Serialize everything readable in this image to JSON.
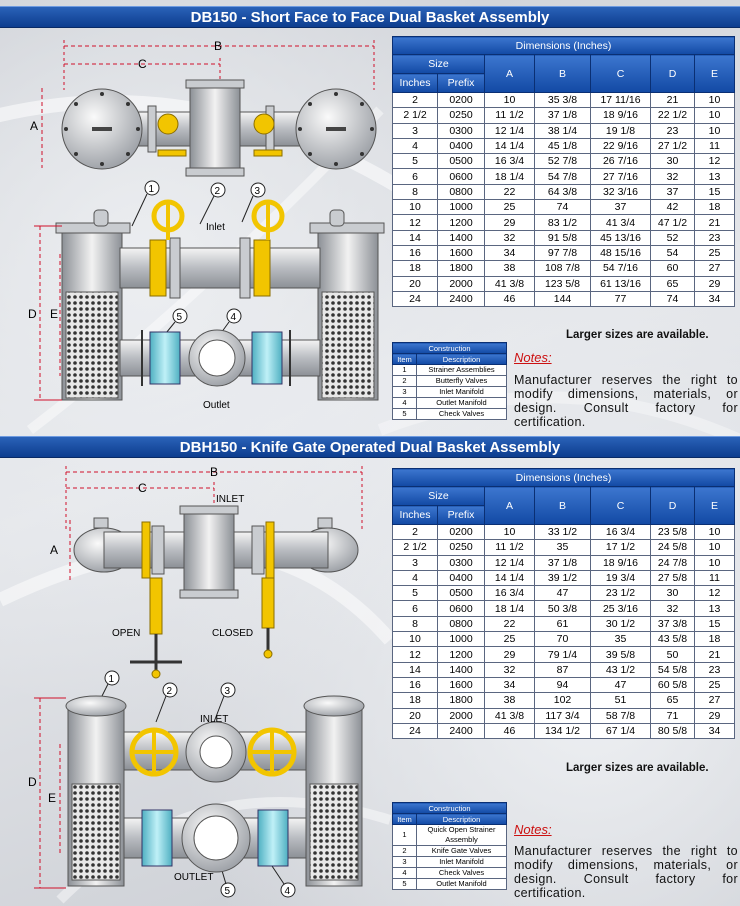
{
  "section1": {
    "title": "DB150 - Short Face to Face Dual Basket Assembly",
    "dim_labels": {
      "a": "A",
      "b": "B",
      "c": "C",
      "d": "D",
      "e": "E"
    },
    "callouts": [
      "1",
      "2",
      "3",
      "4",
      "5"
    ],
    "inlet_label": "Inlet",
    "outlet_label": "Outlet",
    "table": {
      "caption": "Dimensions (Inches)",
      "size_header": "Size",
      "sub_headers": [
        "Inches",
        "Prefix"
      ],
      "col_headers": [
        "A",
        "B",
        "C",
        "D",
        "E"
      ],
      "rows": [
        [
          "2",
          "0200",
          "10",
          "35 3/8",
          "17 11/16",
          "21",
          "10"
        ],
        [
          "2 1/2",
          "0250",
          "11 1/2",
          "37 1/8",
          "18 9/16",
          "22 1/2",
          "10"
        ],
        [
          "3",
          "0300",
          "12 1/4",
          "38 1/4",
          "19 1/8",
          "23",
          "10"
        ],
        [
          "4",
          "0400",
          "14 1/4",
          "45 1/8",
          "22 9/16",
          "27 1/2",
          "11"
        ],
        [
          "5",
          "0500",
          "16 3/4",
          "52 7/8",
          "26 7/16",
          "30",
          "12"
        ],
        [
          "6",
          "0600",
          "18 1/4",
          "54 7/8",
          "27 7/16",
          "32",
          "13"
        ],
        [
          "8",
          "0800",
          "22",
          "64 3/8",
          "32 3/16",
          "37",
          "15"
        ],
        [
          "10",
          "1000",
          "25",
          "74",
          "37",
          "42",
          "18"
        ],
        [
          "12",
          "1200",
          "29",
          "83 1/2",
          "41 3/4",
          "47 1/2",
          "21"
        ],
        [
          "14",
          "1400",
          "32",
          "91 5/8",
          "45 13/16",
          "52",
          "23"
        ],
        [
          "16",
          "1600",
          "34",
          "97 7/8",
          "48 15/16",
          "54",
          "25"
        ],
        [
          "18",
          "1800",
          "38",
          "108 7/8",
          "54 7/16",
          "60",
          "27"
        ],
        [
          "20",
          "2000",
          "41 3/8",
          "123 5/8",
          "61 13/16",
          "65",
          "29"
        ],
        [
          "24",
          "2400",
          "46",
          "144",
          "77",
          "74",
          "34"
        ]
      ]
    },
    "larger_note": "Larger sizes are available.",
    "construction": {
      "caption": "Construction",
      "headers": [
        "Item",
        "Description"
      ],
      "rows": [
        [
          "1",
          "Strainer Assemblies"
        ],
        [
          "2",
          "Butterfly Valves"
        ],
        [
          "3",
          "Inlet Manifold"
        ],
        [
          "4",
          "Outlet Manifold"
        ],
        [
          "5",
          "Check Valves"
        ]
      ]
    },
    "notes_title": "Notes:",
    "notes_text": "Manufacturer reserves the right to modify dimensions, materials, or design. Consult factory for certification."
  },
  "section2": {
    "title": "DBH150 - Knife Gate Operated Dual Basket Assembly",
    "dim_labels": {
      "a": "A",
      "b": "B",
      "c": "C",
      "d": "D",
      "e": "E"
    },
    "callouts": [
      "1",
      "2",
      "3",
      "4",
      "5"
    ],
    "inlet_top_label": "INLET",
    "inlet_label": "INLET",
    "outlet_label": "OUTLET",
    "open_label": "OPEN",
    "closed_label": "CLOSED",
    "table": {
      "caption": "Dimensions (Inches)",
      "size_header": "Size",
      "sub_headers": [
        "Inches",
        "Prefix"
      ],
      "col_headers": [
        "A",
        "B",
        "C",
        "D",
        "E"
      ],
      "rows": [
        [
          "2",
          "0200",
          "10",
          "33 1/2",
          "16 3/4",
          "23 5/8",
          "10"
        ],
        [
          "2 1/2",
          "0250",
          "11 1/2",
          "35",
          "17 1/2",
          "24 5/8",
          "10"
        ],
        [
          "3",
          "0300",
          "12 1/4",
          "37 1/8",
          "18 9/16",
          "24 7/8",
          "10"
        ],
        [
          "4",
          "0400",
          "14 1/4",
          "39 1/2",
          "19 3/4",
          "27 5/8",
          "11"
        ],
        [
          "5",
          "0500",
          "16 3/4",
          "47",
          "23 1/2",
          "30",
          "12"
        ],
        [
          "6",
          "0600",
          "18 1/4",
          "50 3/8",
          "25 3/16",
          "32",
          "13"
        ],
        [
          "8",
          "0800",
          "22",
          "61",
          "30 1/2",
          "37 3/8",
          "15"
        ],
        [
          "10",
          "1000",
          "25",
          "70",
          "35",
          "43 5/8",
          "18"
        ],
        [
          "12",
          "1200",
          "29",
          "79 1/4",
          "39 5/8",
          "50",
          "21"
        ],
        [
          "14",
          "1400",
          "32",
          "87",
          "43 1/2",
          "54 5/8",
          "23"
        ],
        [
          "16",
          "1600",
          "34",
          "94",
          "47",
          "60 5/8",
          "25"
        ],
        [
          "18",
          "1800",
          "38",
          "102",
          "51",
          "65",
          "27"
        ],
        [
          "20",
          "2000",
          "41 3/8",
          "117 3/4",
          "58 7/8",
          "71",
          "29"
        ],
        [
          "24",
          "2400",
          "46",
          "134 1/2",
          "67 1/4",
          "80 5/8",
          "34"
        ]
      ]
    },
    "larger_note": "Larger sizes are available.",
    "construction": {
      "caption": "Construction",
      "headers": [
        "Item",
        "Description"
      ],
      "rows": [
        [
          "1",
          "Quick Open Strainer Assembly"
        ],
        [
          "2",
          "Knife Gate Valves"
        ],
        [
          "3",
          "Inlet Manifold"
        ],
        [
          "4",
          "Check Valves"
        ],
        [
          "5",
          "Outlet Manifold"
        ]
      ]
    },
    "notes_title": "Notes:",
    "notes_text": "Manufacturer reserves the right to modify dimensions, materials, or design. Consult factory for certification."
  },
  "colors": {
    "title_blue": "#0d3d8f",
    "header_blue": "#1249a4",
    "valve_yellow": "#f2c500",
    "dimension_red": "#d0102a",
    "notes_red": "#cc1111",
    "check_valve_cyan": "#7fd3e0"
  }
}
